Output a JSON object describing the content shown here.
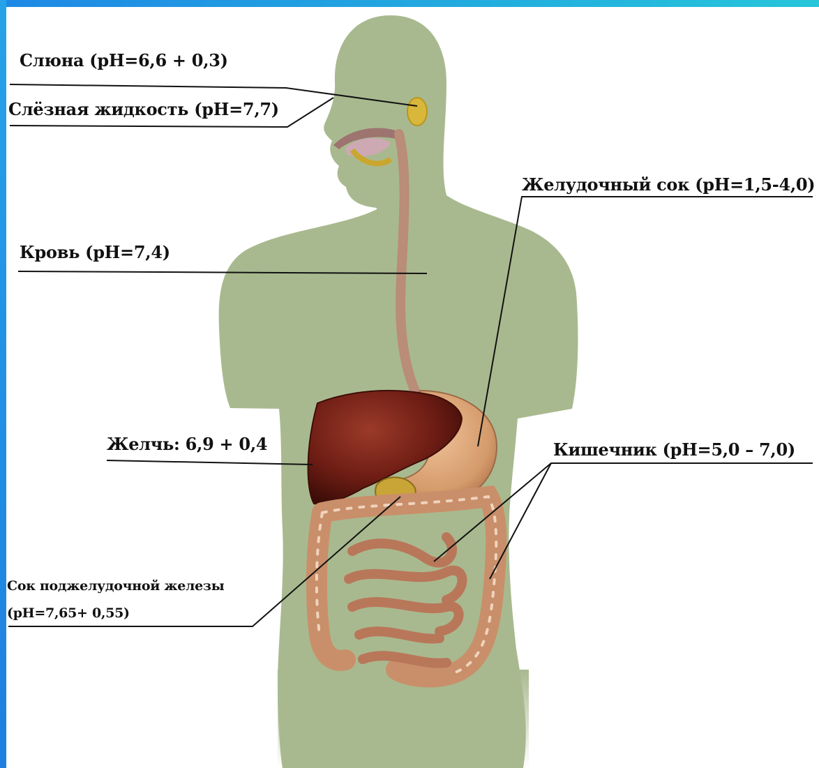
{
  "labels": {
    "saliva": "Слюна (pH=6,6 + 0,3)",
    "tear_fluid": "Слёзная жидкость (pH=7,7)",
    "blood": "Кровь (pH=7,4)",
    "gastric_juice": "Желудочный сок (pH=1,5-4,0)",
    "bile": "Желчь: 6,9 + 0,4",
    "intestine": "Кишечник (pH=5,0 – 7,0)",
    "pancreatic_juice": {
      "line1": "Сок поджелудочной железы",
      "line2": "(pH=7,65+ 0,55)"
    }
  },
  "colors": {
    "frame_accent": "#1e88e5",
    "body_silhouette": "#a9b98f",
    "liver": "#6e1d14",
    "stomach": "#d49a6a",
    "intestine": "#c98f6a",
    "esophagus": "#b98d78",
    "leader_line": "#111111"
  }
}
